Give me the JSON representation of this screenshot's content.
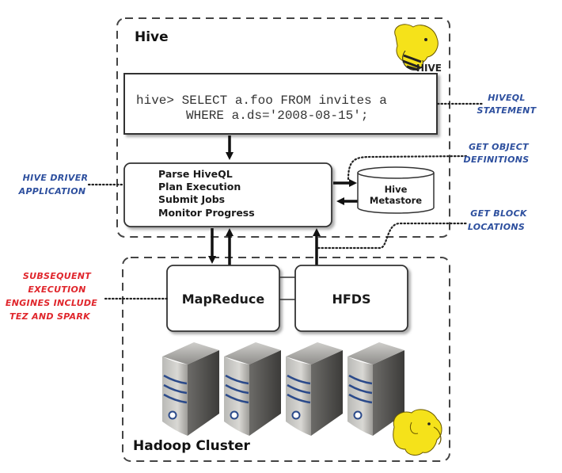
{
  "hive": {
    "title": "Hive",
    "logo_text": "HIVE",
    "query_line1": "hive> SELECT a.foo FROM invites a",
    "query_line2": "WHERE a.ds='2008-08-15';",
    "driver_steps": [
      "Parse HiveQL",
      "Plan Execution",
      "Submit Jobs",
      "Monitor Progress"
    ],
    "metastore_line1": "Hive",
    "metastore_line2": "Metastore"
  },
  "cluster": {
    "title": "Hadoop Cluster",
    "mapreduce_label": "MapReduce",
    "hdfs_label": "HFDS",
    "server_count": 4
  },
  "annotations": {
    "hiveql_statement": [
      "HIVEQL",
      "STATEMENT"
    ],
    "get_object_definitions": [
      "GET OBJECT",
      "DEFINITIONS"
    ],
    "hive_driver_application": [
      "HIVE DRIVER",
      "APPLICATION"
    ],
    "get_block_locations": [
      "GET BLOCK",
      "LOCATIONS"
    ],
    "subsequent_engines": [
      "SUBSEQUENT",
      "EXECUTION",
      "ENGINES INCLUDE",
      "TEZ AND SPARK"
    ]
  },
  "colors": {
    "annotation_blue": "#2d4f9e",
    "annotation_red": "#e0262c",
    "logo_yellow": "#f5e21a",
    "server_stripe": "#2b4a8a"
  }
}
